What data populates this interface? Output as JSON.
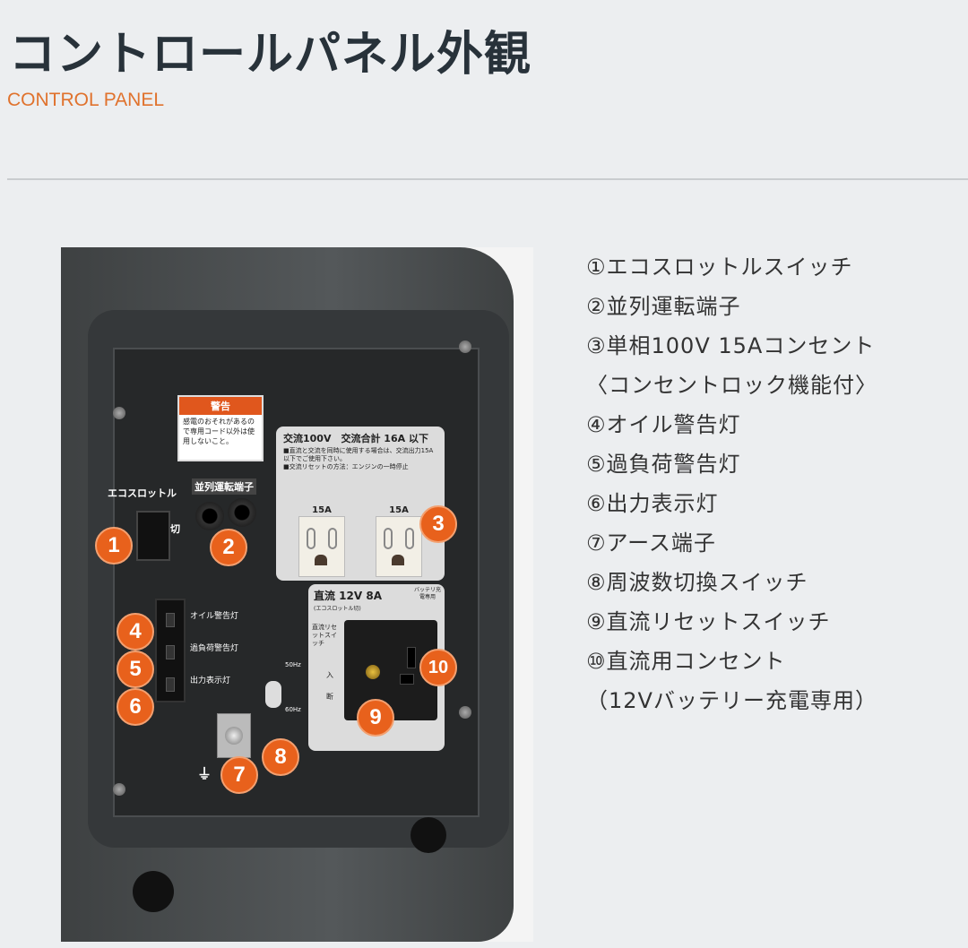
{
  "header": {
    "title": "コントロールパネル外観",
    "subtitle": "CONTROL PANEL"
  },
  "photo": {
    "labels": {
      "warning_title": "警告",
      "warning_text": "感電のおそれがあるので専用コード以外は使用しないこと。",
      "eco_throttle": "エコスロットル",
      "off": "切",
      "parallel": "並列運転端子",
      "ac_title": "交流100V　交流合計 16A 以下",
      "ac_note1": "■直流と交流を同時に使用する場合は、交流出力15A以下でご使用下さい。",
      "ac_note2": "■交流リセットの方法：エンジンの一時停止",
      "outlet_left": "15A",
      "outlet_right": "15A",
      "dc_title": "直流 12V 8A",
      "dc_sub": "(エコスロットル切)",
      "dc_battery": "バッテリ充電専用",
      "dc_reset": "直流リセットスイッチ",
      "dc_in": "入",
      "dc_off": "断",
      "oil": "オイル警告灯",
      "overload": "過負荷警告灯",
      "output": "出力表示灯",
      "hz50": "50Hz",
      "hz60": "60Hz"
    },
    "badges": [
      "1",
      "2",
      "3",
      "4",
      "5",
      "6",
      "7",
      "8",
      "9",
      "10"
    ],
    "accent_color": "#e8611c"
  },
  "list": [
    "①エコスロットルスイッチ",
    "②並列運転端子",
    "③単相100V 15Aコンセント",
    "〈コンセントロック機能付〉",
    "④オイル警告灯",
    "⑤過負荷警告灯",
    "⑥出力表示灯",
    "⑦アース端子",
    "⑧周波数切換スイッチ",
    "⑨直流リセットスイッチ",
    "⑩直流用コンセント",
    "（12Vバッテリー充電専用）"
  ]
}
